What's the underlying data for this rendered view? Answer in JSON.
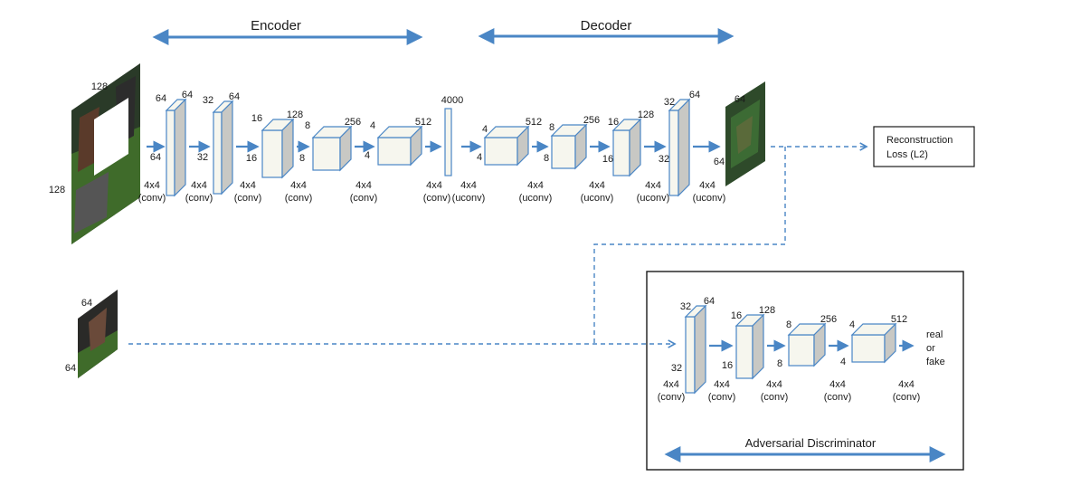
{
  "section_labels": {
    "encoder": "Encoder",
    "decoder": "Decoder",
    "discriminator": "Adversarial Discriminator"
  },
  "input_image": {
    "width": "128",
    "height": "128"
  },
  "masked_patch": {
    "width": "64",
    "height": "64"
  },
  "encoder_layers": [
    {
      "d1": "64",
      "d2": "64",
      "d3": "64",
      "op": "4x4",
      "op2": "(conv)"
    },
    {
      "d1": "32",
      "d2": "64",
      "d3": "32",
      "op": "4x4",
      "op2": "(conv)"
    },
    {
      "d1": "16",
      "d2": "128",
      "d3": "16",
      "op": "4x4",
      "op2": "(conv)"
    },
    {
      "d1": "8",
      "d2": "256",
      "d3": "8",
      "op": "4x4",
      "op2": "(conv)"
    },
    {
      "d1": "4",
      "d2": "512",
      "d3": "4",
      "op": "4x4",
      "op2": "(conv)"
    }
  ],
  "bottleneck": {
    "size": "4000",
    "op": "4x4",
    "op2": "(conv)"
  },
  "decoder_layers": [
    {
      "d1": "4",
      "d2": "512",
      "d3": "4",
      "op": "4x4",
      "op2": "(uconv)"
    },
    {
      "d1": "8",
      "d2": "256",
      "d3": "8",
      "op": "4x4",
      "op2": "(uconv)"
    },
    {
      "d1": "16",
      "d2": "128",
      "d3": "16",
      "op": "4x4",
      "op2": "(uconv)"
    },
    {
      "d1": "32",
      "d2": "64",
      "d3": "32",
      "op": "4x4",
      "op2": "(uconv)"
    }
  ],
  "output_image": {
    "top": "64",
    "side": "64",
    "op": "4x4",
    "op2": "(uconv)"
  },
  "reconstruction_loss": {
    "line1": "Reconstruction",
    "line2": "Loss (L2)"
  },
  "discriminator_layers": [
    {
      "d1": "32",
      "d2": "64",
      "d3": "32",
      "op": "4x4",
      "op2": "(conv)"
    },
    {
      "d1": "16",
      "d2": "128",
      "d3": "16",
      "op": "4x4",
      "op2": "(conv)"
    },
    {
      "d1": "8",
      "d2": "256",
      "d3": "8",
      "op": "4x4",
      "op2": "(conv)"
    },
    {
      "d1": "4",
      "d2": "512",
      "d3": "4",
      "op": "4x4",
      "op2": "(conv)"
    }
  ],
  "discriminator_final_op": {
    "op": "4x4",
    "op2": "(conv)"
  },
  "output_label": {
    "l1": "real",
    "l2": "or",
    "l3": "fake"
  },
  "colors": {
    "arrow": "#4a86c5",
    "block_front": "#f6f6ee",
    "block_side": "#c8c8c4",
    "block_edge": "#4a86c5"
  }
}
